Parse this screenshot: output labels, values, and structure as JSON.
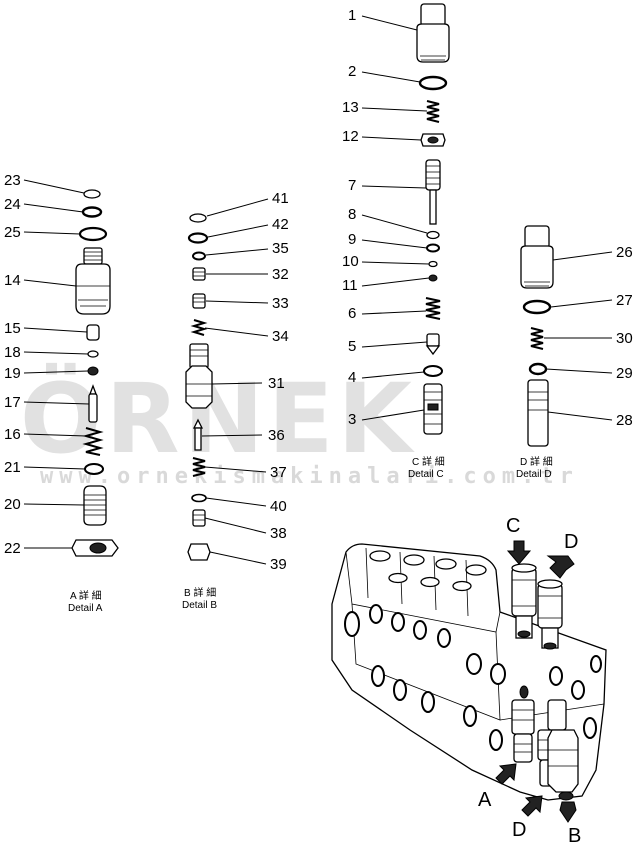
{
  "watermark": {
    "main": "ÖRNEK",
    "sub": "www.ornekismakinalari.com.tr"
  },
  "details": {
    "a": {
      "label_jp": "A 詳 細",
      "label_en": "Detail A"
    },
    "b": {
      "label_jp": "B 詳 細",
      "label_en": "Detail B"
    },
    "c": {
      "label_jp": "C 詳 細",
      "label_en": "Detail C"
    },
    "d": {
      "label_jp": "D 詳 細",
      "label_en": "Detail D"
    }
  },
  "callouts": {
    "n1": "1",
    "n2": "2",
    "n3": "3",
    "n4": "4",
    "n5": "5",
    "n6": "6",
    "n7": "7",
    "n8": "8",
    "n9": "9",
    "n10": "10",
    "n11": "11",
    "n12": "12",
    "n13": "13",
    "n14": "14",
    "n15": "15",
    "n16": "16",
    "n17": "17",
    "n18": "18",
    "n19": "19",
    "n20": "20",
    "n21": "21",
    "n22": "22",
    "n23": "23",
    "n24": "24",
    "n25": "25",
    "n26": "26",
    "n27": "27",
    "n28": "28",
    "n29": "29",
    "n30": "30",
    "n31": "31",
    "n32": "32",
    "n33": "33",
    "n34": "34",
    "n35": "35",
    "n36": "36",
    "n37": "37",
    "n38": "38",
    "n39": "39",
    "n40": "40",
    "n41": "41",
    "n42": "42"
  },
  "assembly_letters": {
    "a": "A",
    "b": "B",
    "c": "C",
    "d1": "D",
    "d2": "D"
  }
}
